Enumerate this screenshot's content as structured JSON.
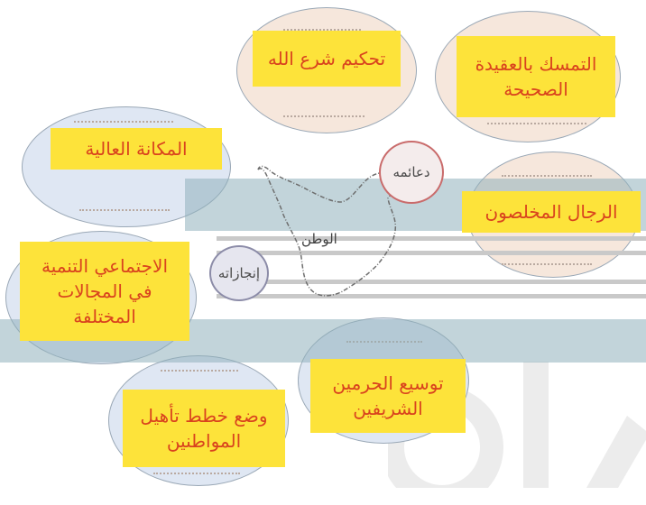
{
  "center": {
    "label": "الوطن"
  },
  "hubs": {
    "pillars": "دعائمه",
    "achievements": "إنجازاته"
  },
  "boxes": {
    "top_center": "تحكيم شرع الله",
    "top_right": "التمسك بالعقيدة الصحيحة",
    "mid_left": "المكانة العالية",
    "mid_right": "الرجال المخلصون",
    "left": "الاجتماعي التنمية في المجالات المختلفة",
    "bottom_right": "توسيع الحرمين الشريفين",
    "bottom_left": "وضع خطط تأهيل المواطنين"
  },
  "colors": {
    "highlight": "#fde33a",
    "text": "#d9431e",
    "peach_ellipse": "#f6e7dc",
    "blue_ellipse": "#dfe7f3",
    "band": "#8fb0bb",
    "pillars_circle": "#c96b6b",
    "achievements_circle": "#8c8ca8"
  }
}
